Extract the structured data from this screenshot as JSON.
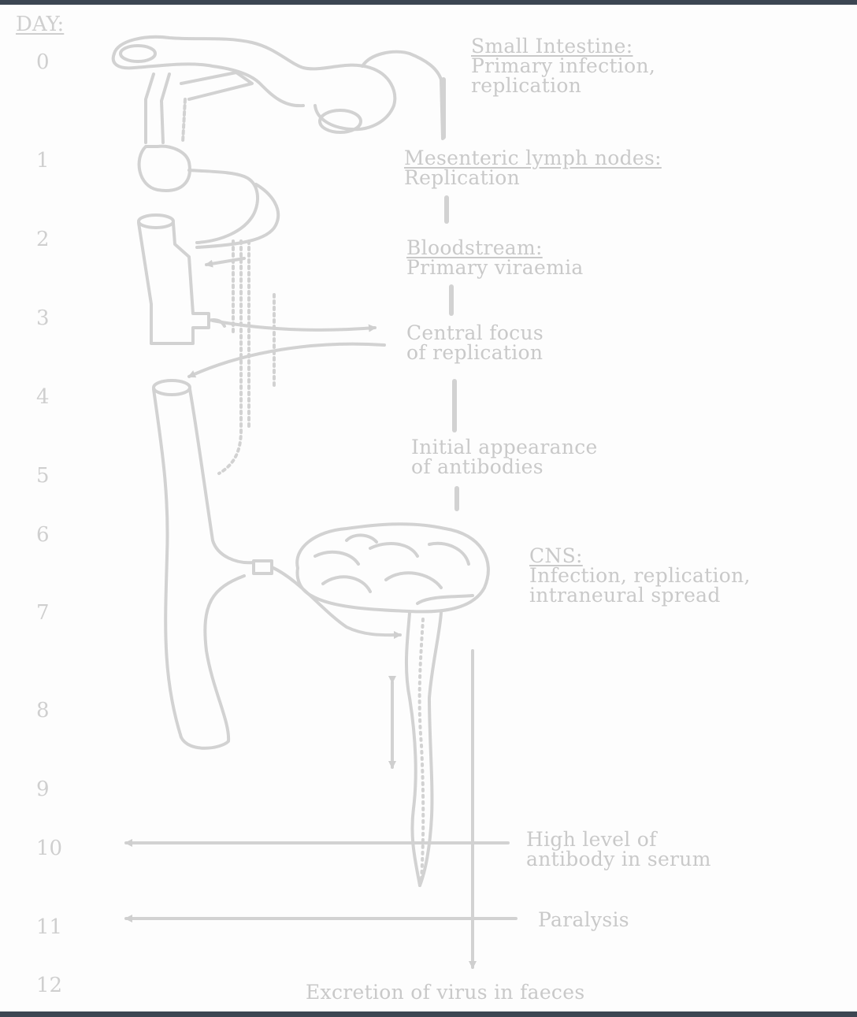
{
  "days": {
    "header": "DAY:",
    "list": [
      "0",
      "1",
      "2",
      "3",
      "4",
      "5",
      "6",
      "7",
      "8",
      "9",
      "10",
      "11",
      "12"
    ]
  },
  "stages": {
    "small_intestine": {
      "title": "Small Intestine:",
      "lines": [
        "Primary infection,",
        "replication"
      ]
    },
    "lymph_nodes": {
      "title": "Mesenteric lymph nodes:",
      "lines": [
        "Replication"
      ]
    },
    "bloodstream": {
      "title": "Bloodstream:",
      "lines": [
        "Primary viraemia"
      ]
    },
    "central_focus": {
      "lines": [
        "Central focus",
        "of replication"
      ]
    },
    "antibodies": {
      "lines": [
        "Initial appearance",
        "of antibodies"
      ]
    },
    "cns": {
      "title": "CNS:",
      "lines": [
        "Infection, replication,",
        "intraneural spread"
      ]
    },
    "high_antibody": {
      "lines": [
        "High level of",
        "antibody in serum"
      ]
    },
    "paralysis": {
      "label": "Paralysis"
    },
    "excretion": {
      "label": "Excretion of virus in faeces"
    }
  },
  "colors": {
    "ink": "#c9c9c9",
    "background": "#fdfdfd",
    "border": "#3c4652"
  }
}
